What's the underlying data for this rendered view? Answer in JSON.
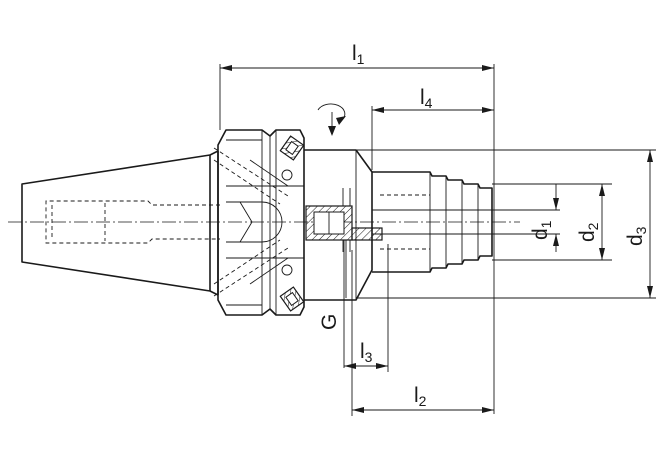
{
  "labels": {
    "l1": {
      "main": "l",
      "sub": "1"
    },
    "l2": {
      "main": "l",
      "sub": "2"
    },
    "l3": {
      "main": "l",
      "sub": "3"
    },
    "l4": {
      "main": "l",
      "sub": "4"
    },
    "d1": {
      "main": "d",
      "sub": "1"
    },
    "d2": {
      "main": "d",
      "sub": "2"
    },
    "d3": {
      "main": "d",
      "sub": "3"
    },
    "g": "G"
  }
}
